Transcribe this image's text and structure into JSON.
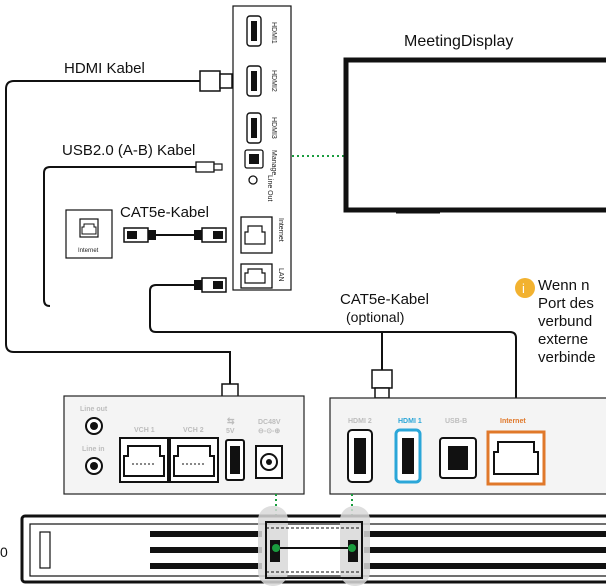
{
  "labels": {
    "meeting_display": "MeetingDisplay",
    "hdmi_cable": "HDMI Kabel",
    "usb_cable": "USB2.0 (A-B) Kabel",
    "cat5e_cable_1": "CAT5e-Kabel",
    "cat5e_cable_2": "CAT5e-Kabel",
    "cat5e_optional": "(optional)",
    "wall_internet": "Internet",
    "bar_label_partial": "0"
  },
  "display_panel": {
    "ports": [
      "HDMI1",
      "HDMI2",
      "HDMI3",
      "Manage",
      "Line Out",
      "Internet",
      "LAN"
    ]
  },
  "left_box": {
    "line_out": "Line out",
    "line_in": "Line in",
    "vch1": "VCH 1",
    "vch2": "VCH 2",
    "usb_5v": "5V",
    "dc48v": "DC48V"
  },
  "right_box": {
    "hdmi2": "HDMI 2",
    "hdmi1": "HDMI 1",
    "usb_b": "USB-B",
    "internet": "Internet"
  },
  "note": {
    "icon": "i",
    "lines": [
      "Wenn n",
      "Port des",
      "verbund",
      "externe",
      "verbinde"
    ]
  },
  "colors": {
    "green_accent": "#1a9c3e",
    "hdmi1_highlight": "#2aa6d8",
    "internet_highlight": "#e0782a",
    "note_icon": "#f2b230",
    "box_border": "#222222",
    "box_fill": "#f4f4f4"
  }
}
